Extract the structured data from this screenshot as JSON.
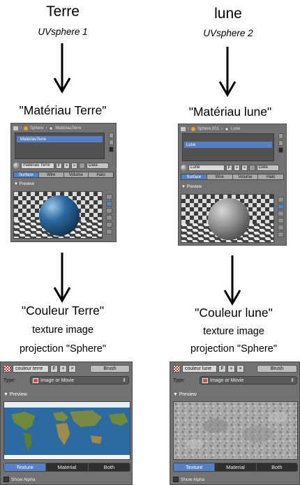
{
  "left": {
    "planet": "Terre",
    "object": "UVsphere 1",
    "material_caption": "\"Matériau Terre\"",
    "color_caption": "\"Couleur Terre\"",
    "texture_type_caption": "texture image",
    "projection_caption": "projection \"Sphere\"",
    "material_panel": {
      "breadcrumb_object": "Sphere",
      "breadcrumb_material": "MatériauTerre",
      "slot_label": "MatériauTerre",
      "material_field": "matériau Terre",
      "f_label": "F",
      "data_dropdown": "Data",
      "tabs": [
        "Surface",
        "Wire",
        "Volume",
        "Halo"
      ],
      "active_tab": "Surface",
      "preview_label": "Preview"
    },
    "texture_panel": {
      "texture_field": "couleur terre",
      "f_label": "F",
      "brush_label": "Brush",
      "type_label": "Type:",
      "type_value": "Image or Movie",
      "preview_label": "Preview",
      "tabs": [
        "Texture",
        "Material",
        "Both"
      ],
      "active_tab": "Texture",
      "show_alpha": "Show Alpha"
    }
  },
  "right": {
    "planet": "lune",
    "object": "UVsphere 2",
    "material_caption": "\"Matériau lune\"",
    "color_caption": "\"Couleur lune\"",
    "texture_type_caption": "texture image",
    "projection_caption": "projection \"Sphere\"",
    "material_panel": {
      "breadcrumb_object": "Sphere.001",
      "breadcrumb_material": "Lune",
      "slot_label": "Lune",
      "material_field": "Lune",
      "f_label": "F",
      "data_dropdown": "Data",
      "tabs": [
        "Surface",
        "Wire",
        "Volume",
        "Halo"
      ],
      "active_tab": "Surface",
      "preview_label": "Preview"
    },
    "texture_panel": {
      "texture_field": "couleur lune",
      "f_label": "F",
      "brush_label": "Brush",
      "type_label": "Type:",
      "type_value": "Image or Movie",
      "preview_label": "Preview",
      "tabs": [
        "Texture",
        "Material",
        "Both"
      ],
      "active_tab": "Texture",
      "show_alpha": "Show Alpha"
    }
  },
  "colors": {
    "active_blue": "#5680c2",
    "panel_gray": "#727272",
    "earth_ocean": "#2d6aa0",
    "moon_gray": "#9a9a9a"
  },
  "icons": [
    "arrow-down-icon",
    "material-sphere-icon",
    "checker-texture-icon",
    "image-icon",
    "plus-icon",
    "close-icon"
  ]
}
